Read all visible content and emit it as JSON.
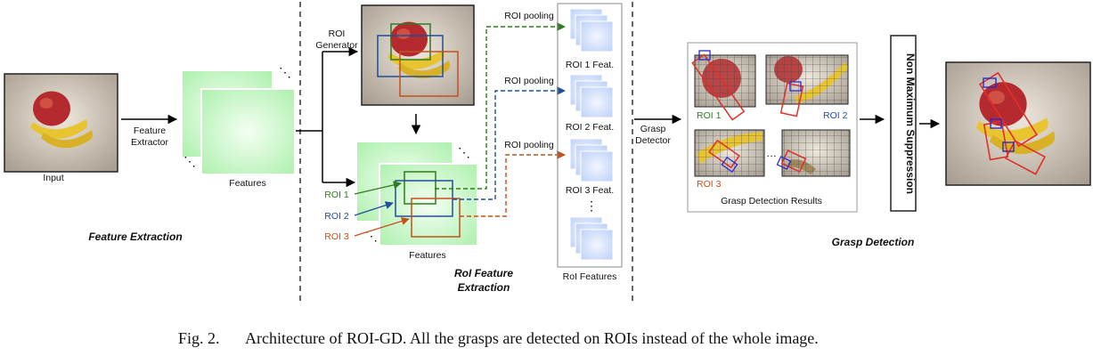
{
  "labels": {
    "input": "Input",
    "feature_extractor": [
      "Feature",
      "Extractor"
    ],
    "features": "Features",
    "features2": "Features",
    "roi_generator": [
      "ROI",
      "Generator"
    ],
    "roi_pooling": "ROI pooling",
    "roi1_feat": "ROI 1 Feat.",
    "roi2_feat": "ROI 2 Feat.",
    "roi3_feat": "ROI 3 Feat.",
    "roi_features": "RoI Features",
    "grasp_detector": [
      "Grasp",
      "Detector"
    ],
    "roi1": "ROI 1",
    "roi2": "ROI 2",
    "roi3": "ROI 3",
    "grasp_detection_results": "Grasp Detection Results",
    "nms": "Non Maximum Suppression"
  },
  "sections": {
    "feature_extraction": "Feature Extraction",
    "roi_feature_extraction": [
      "RoI Feature",
      "Extraction"
    ],
    "grasp_detection": "Grasp Detection"
  },
  "colors": {
    "roi1": "#2e7d1e",
    "roi2": "#1f4e9a",
    "roi3": "#c4501a",
    "grasp_red": "#e0302a",
    "grasp_blue": "#2a2ad0",
    "feature_green": "#bff5bf",
    "roi_feat_blue": "#c8d8fa"
  },
  "caption": {
    "label": "Fig. 2.",
    "text": "Architecture of ROI-GD. All the grasps are detected on ROIs instead of the whole image."
  }
}
